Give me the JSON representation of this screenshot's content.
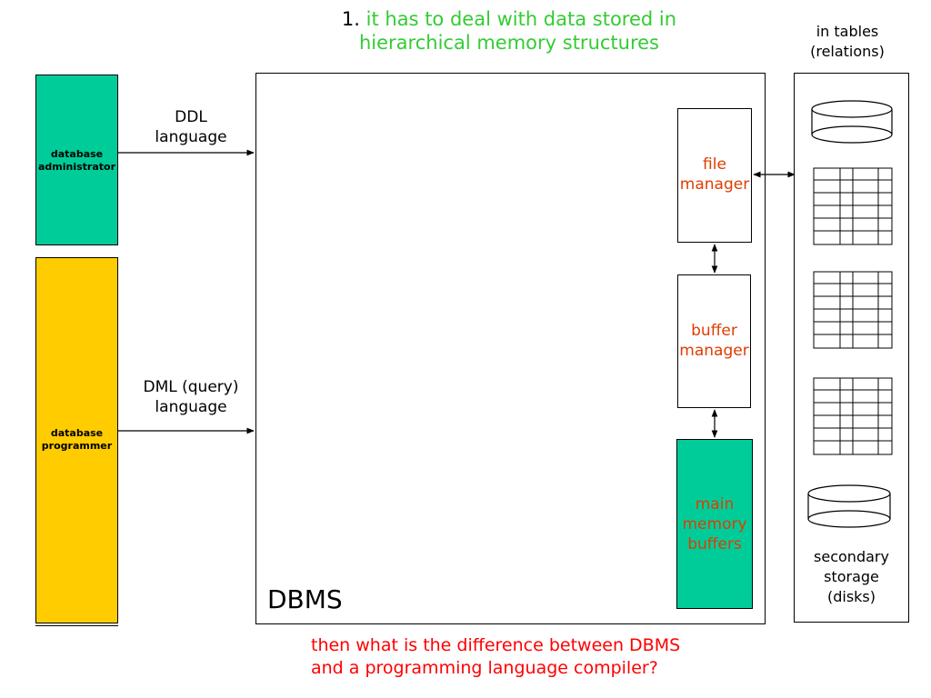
{
  "header": {
    "number": "1.",
    "line1": "it has to deal with data stored in",
    "line2": "hierarchical memory structures"
  },
  "storage_header": {
    "line1": "in tables",
    "line2": "(relations)"
  },
  "roles": {
    "admin": {
      "line1": "database",
      "line2": "administrator"
    },
    "programmer": {
      "line1": "database",
      "line2": "programmer"
    }
  },
  "languages": {
    "ddl": {
      "line1": "DDL",
      "line2": "language"
    },
    "dml": {
      "line1": "DML (query)",
      "line2": "language"
    }
  },
  "dbms": {
    "label": "DBMS",
    "file_manager": {
      "line1": "file",
      "line2": "manager"
    },
    "buffer_manager": {
      "line1": "buffer",
      "line2": "manager"
    },
    "main_memory": {
      "line1": "main",
      "line2": "memory",
      "line3": "buffers"
    }
  },
  "storage_footer": {
    "line1": "secondary",
    "line2": "storage",
    "line3": "(disks)"
  },
  "question": {
    "line1": "then what is the difference between DBMS",
    "line2": "and a programming language compiler?"
  },
  "colors": {
    "header_accent": "#33cc33",
    "component_text": "#e03c00",
    "question_text": "#ff0000",
    "admin_fill": "#00cc99",
    "programmer_fill": "#ffcc00",
    "main_memory_fill": "#00cc99"
  }
}
